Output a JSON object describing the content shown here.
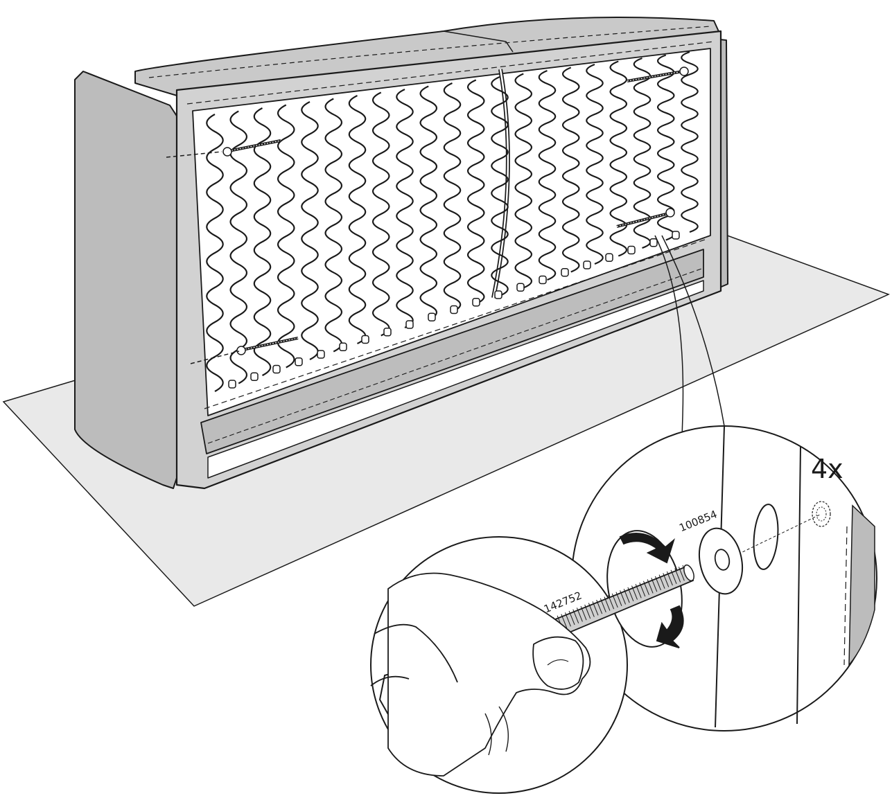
{
  "labels": {
    "quantity": "4x",
    "washer_part": "100854",
    "bolt_part": "142752"
  },
  "colors": {
    "line": "#1a1a1a",
    "floor": "#e9e9e9",
    "fabric": "#bcbcbc",
    "fabric_dark": "#9a9a9a",
    "frame": "#ffffff"
  },
  "icons": [
    "sofa-frame-illustration",
    "zigzag-spring-icon",
    "bolt-icon",
    "washer-icon",
    "hand-icon",
    "rotate-arrow-icon"
  ]
}
